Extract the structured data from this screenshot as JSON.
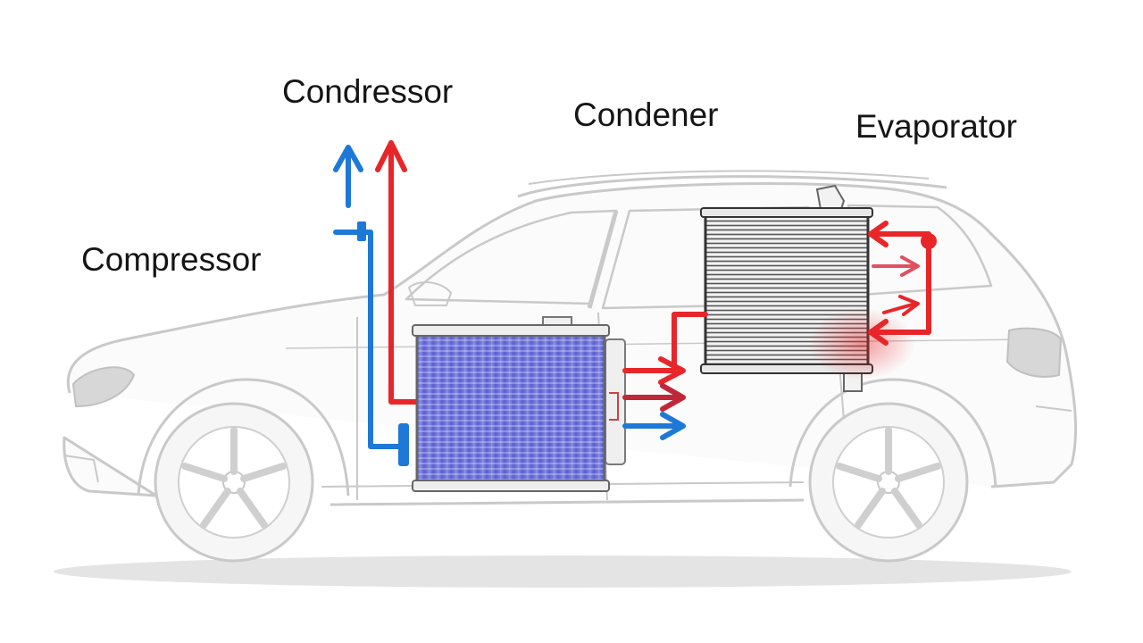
{
  "labels": {
    "condressor": "Condressor",
    "condener": "Condener",
    "evaporator": "Evaporator",
    "compressor": "Compressor"
  },
  "colors": {
    "hot_line": "#e8262a",
    "cold_line": "#1e78d8",
    "car_outline": "#c9c9c9",
    "front_core": "#5a5fd0",
    "rear_core": "#555555",
    "ground_shadow": "#e4e4e4"
  },
  "icons": {
    "hot_arrows": "red-arrow-icon",
    "cold_arrows": "blue-arrow-icon"
  }
}
